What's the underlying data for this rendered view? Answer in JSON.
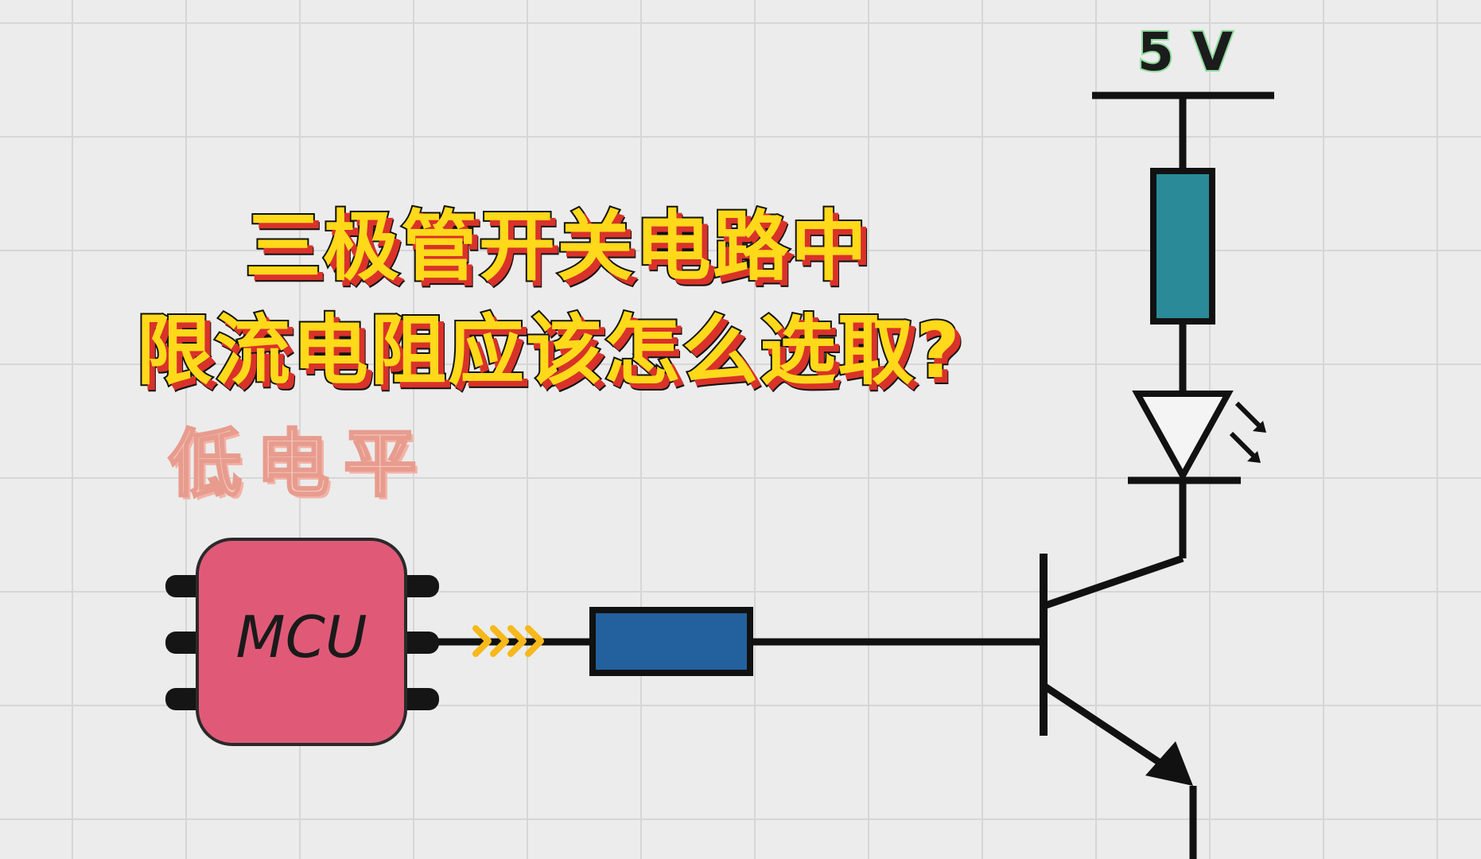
{
  "title": {
    "line1": "三极管开关电路中",
    "line2": "限流电阻应该怎么选取?"
  },
  "signal_label": "低电平",
  "mcu": {
    "label": "MCU",
    "color": "#e05a78"
  },
  "supply": {
    "label": "5 V"
  },
  "colors": {
    "base_resistor": "#23609e",
    "collector_resistor": "#2a8a98",
    "wire": "#111111",
    "title_fill": "#ffd91a",
    "title_shadow": "#d9322a",
    "signal_label": "#f8c8bf"
  },
  "icons": [
    "mcu-chip-icon",
    "resistor-icon",
    "led-icon",
    "npn-transistor-icon",
    "signal-arrow-icon"
  ]
}
